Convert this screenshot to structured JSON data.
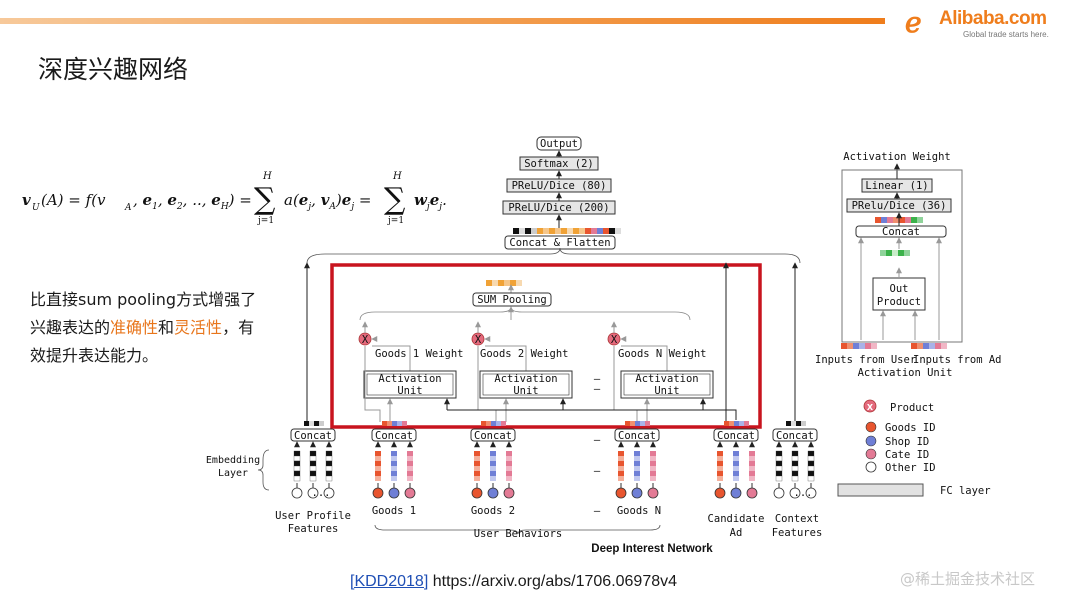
{
  "header": {
    "logo_mark": "ℯ",
    "logo_text": "Alibaba.com",
    "logo_tagline": "Global trade starts here.",
    "accent_color": "#ef7d1c"
  },
  "slide": {
    "title": "深度兴趣网络",
    "description": {
      "part1": "比直接sum pooling方式增强了兴趣表达的",
      "highlight1": "准确性",
      "part2": "和",
      "highlight2": "灵活性",
      "part3": "，有效提升表达能力。"
    },
    "citation_ref": "[KDD2018]",
    "citation_url": "https://arxiv.org/abs/1706.06978v4",
    "watermark": "@稀土掘金技术社区"
  },
  "formula": {
    "lhs": "v",
    "lhs_sub": "U",
    "lhs_arg": "(A) = f(v",
    "args": "A",
    "rest1": ", e",
    "sum_top": "H",
    "sum_bottom": "j=1",
    "term1": "a(e",
    "term2": "j",
    "term3": ", v",
    "term4": "A",
    "term5": ")e",
    "term6": "j",
    "term7": "w",
    "term8": "j",
    "term9": "e",
    "term10": "j"
  },
  "diagram": {
    "caption": "Deep Interest Network",
    "top_stack": [
      "Output",
      "Softmax (2)",
      "PReLU/Dice (80)",
      "PReLU/Dice (200)",
      "Concat & Flatten"
    ],
    "sum_pooling": "SUM Pooling",
    "weights": [
      "Goods 1 Weight",
      "Goods 2 Weight",
      "Goods N Weight"
    ],
    "activation_unit": [
      "Activation",
      "Unit"
    ],
    "product_symbol": "X",
    "concat": "Concat",
    "ellipsis": "...",
    "dash": "–",
    "embedding_layer": [
      "Embedding",
      "Layer"
    ],
    "bottom_groups": {
      "user_profile": [
        "User Profile",
        "Features"
      ],
      "goods1": "Goods 1",
      "goods2": "Goods 2",
      "goodsN": "Goods N",
      "user_behaviors": "User Behaviors",
      "candidate_ad": [
        "Candidate",
        "Ad"
      ],
      "context": [
        "Context",
        "Features"
      ]
    },
    "activation_detail": {
      "title": "Activation Weight",
      "linear": "Linear (1)",
      "prelu": "PRelu/Dice (36)",
      "concat": "Concat",
      "out_product": [
        "Out",
        "Product"
      ],
      "inputs_user": "Inputs from User",
      "inputs_ad": "Inputs from Ad",
      "unit_label": "Activation Unit"
    },
    "legend": {
      "product": "Product",
      "goods_id": "Goods ID",
      "shop_id": "Shop ID",
      "cate_id": "Cate ID",
      "other_id": "Other ID",
      "fc_layer": "FC layer"
    },
    "colors": {
      "goods": "#e8552f",
      "shop": "#6f7fd6",
      "cate": "#e37a95",
      "highlight_box": "#c8141e",
      "product_circle": "#e46a7d",
      "green": "#3bb24a",
      "orange": "#f0a236"
    }
  }
}
